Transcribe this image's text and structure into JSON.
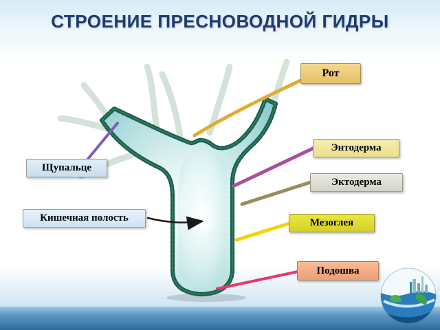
{
  "slide": {
    "title": "СТРОЕНИЕ ПРЕСНОВОДНОЙ ГИДРЫ"
  },
  "labels": [
    {
      "id": "mouth",
      "text": "Рот",
      "line_color": "#e0ac34"
    },
    {
      "id": "endoderm",
      "text": "Энтодерма",
      "line_color": "#a8509e"
    },
    {
      "id": "ectoderm",
      "text": "Эктодерма",
      "line_color": "#9a8c5e"
    },
    {
      "id": "tentacle",
      "text": "Щупальце",
      "line_color": "#7d5cb5"
    },
    {
      "id": "gut_cavity",
      "text": "Кишечная полость",
      "line_color": "#1a1a1a"
    },
    {
      "id": "mesoglea",
      "text": "Мезоглея",
      "line_color": "#f2d306"
    },
    {
      "id": "sole",
      "text": "Подошва",
      "line_color": "#e5386d"
    }
  ],
  "colors": {
    "title_text": "#1e3a6e",
    "hydra_outline": "#1f6868",
    "hydra_green_layer": "#5fb84c",
    "sea": "#3f7fae"
  }
}
